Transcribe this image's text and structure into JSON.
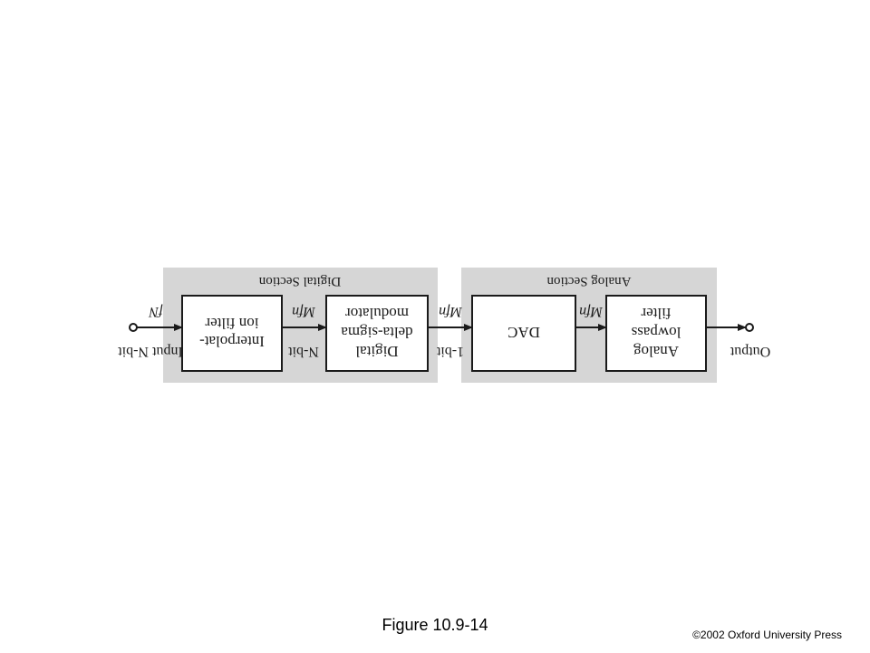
{
  "diagram": {
    "digital_section_label": "Digital Section",
    "analog_section_label": "Analog Section",
    "blocks": {
      "interpolation_filter": [
        "Interpolat-",
        "ion filter"
      ],
      "delta_sigma_modulator": [
        "Digital",
        "delta-sigma",
        "modulator"
      ],
      "dac": [
        "DAC"
      ],
      "analog_lowpass_filter": [
        "Analog",
        "lowpass",
        "filter"
      ]
    },
    "signals": {
      "input_bits": "Input N-bit",
      "input_rate": "fN",
      "interp_out_bits": "N-bit",
      "interp_out_rate": "Mfn",
      "modulator_out_bits": "1-bit",
      "modulator_out_rate": "Mfn",
      "dac_out_rate": "Mfn",
      "output": "Output"
    },
    "colors": {
      "section_fill": "#d6d6d6",
      "block_fill": "#ffffff",
      "line": "#1a1a1a"
    }
  },
  "caption": "Figure 10.9-14",
  "copyright": "©2002 Oxford University Press"
}
